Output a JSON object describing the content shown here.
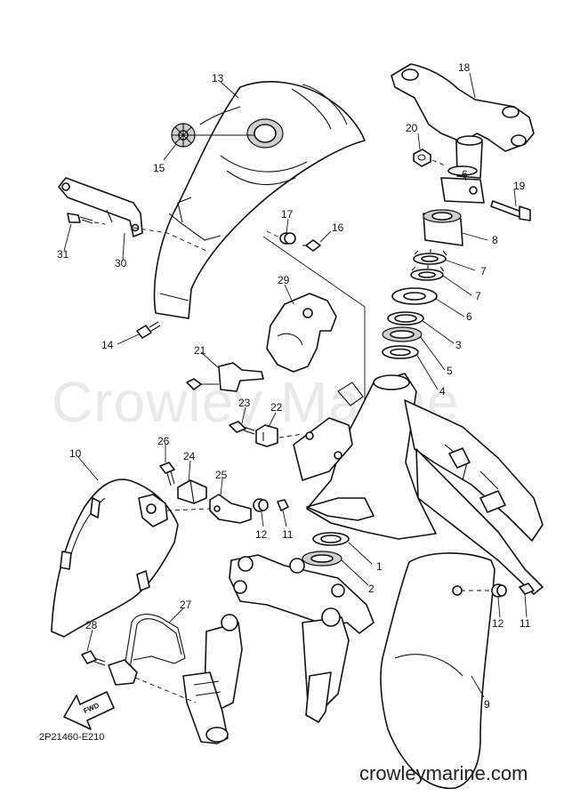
{
  "watermark": "Crowley Marine",
  "diagram_code": "2P21460-E210",
  "site_url": "crowleymarine.com",
  "fwd_label": "FWD",
  "callouts": [
    "1",
    "2",
    "3",
    "4",
    "5",
    "6",
    "6",
    "7",
    "7",
    "8",
    "9",
    "10",
    "11",
    "11",
    "12",
    "12",
    "13",
    "14",
    "15",
    "16",
    "17",
    "18",
    "19",
    "20",
    "21",
    "22",
    "23",
    "24",
    "25",
    "26",
    "27",
    "28",
    "29",
    "30",
    "31"
  ]
}
